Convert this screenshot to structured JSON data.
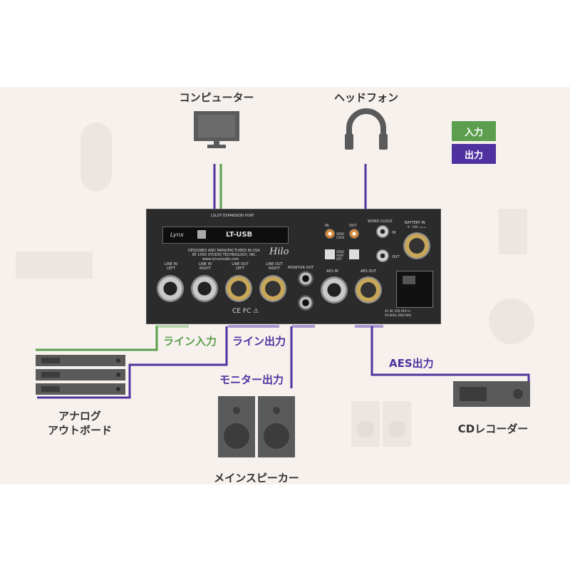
{
  "labels": {
    "computer": "コンピューター",
    "headphones": "ヘッドフォン",
    "analog_outboard_line1": "アナログ",
    "analog_outboard_line2": "アウトボード",
    "main_speakers": "メインスピーカー",
    "cd_recorder": "CDレコーダー",
    "line_in": "ライン入力",
    "line_out": "ライン出力",
    "monitor_out": "モニター出力",
    "aes_out": "AES出力"
  },
  "legend": {
    "input": "入力",
    "output": "出力"
  },
  "panel": {
    "expansion_port": "LSLOT EXPANSION PORT",
    "card_name": "LT-USB",
    "brand": "Lynx",
    "designed": "DESIGNED AND MANUFACTURED IN USA",
    "by": "BY LYNX STUDIO TECHNOLOGY, INC.",
    "website": "www.lynxstudio.com",
    "model": "Hilo",
    "line_in_left": "LINE IN LEFT",
    "line_in_right": "LINE IN RIGHT",
    "line_out_left": "LINE OUT LEFT",
    "line_out_right": "LINE OUT RIGHT",
    "monitor_out": "MONITOR OUT",
    "aes_in": "AES IN",
    "aes_out": "AES OUT",
    "word_clock": "WORD CLOCK",
    "wc_in": "IN",
    "wc_out": "OUT",
    "spdif_in": "IN",
    "spdif_out": "OUT",
    "spdif_coax": "SPDIF COAX",
    "spdif_adat": "SPDIF ADAT OPT.",
    "battery_in": "BATTERY IN",
    "battery_voltage": "9 - 18V ===",
    "ac_in": "AC IN: 100-240 V~",
    "ac_spec": "50-60Hz 30W MAX",
    "cert": "CE FC ⚠"
  },
  "colors": {
    "input": "#5b9e4d",
    "output": "#4f32a0",
    "output_light": "#a898d4",
    "input_light": "#b5d6ac",
    "background": "#f7f1ed"
  }
}
